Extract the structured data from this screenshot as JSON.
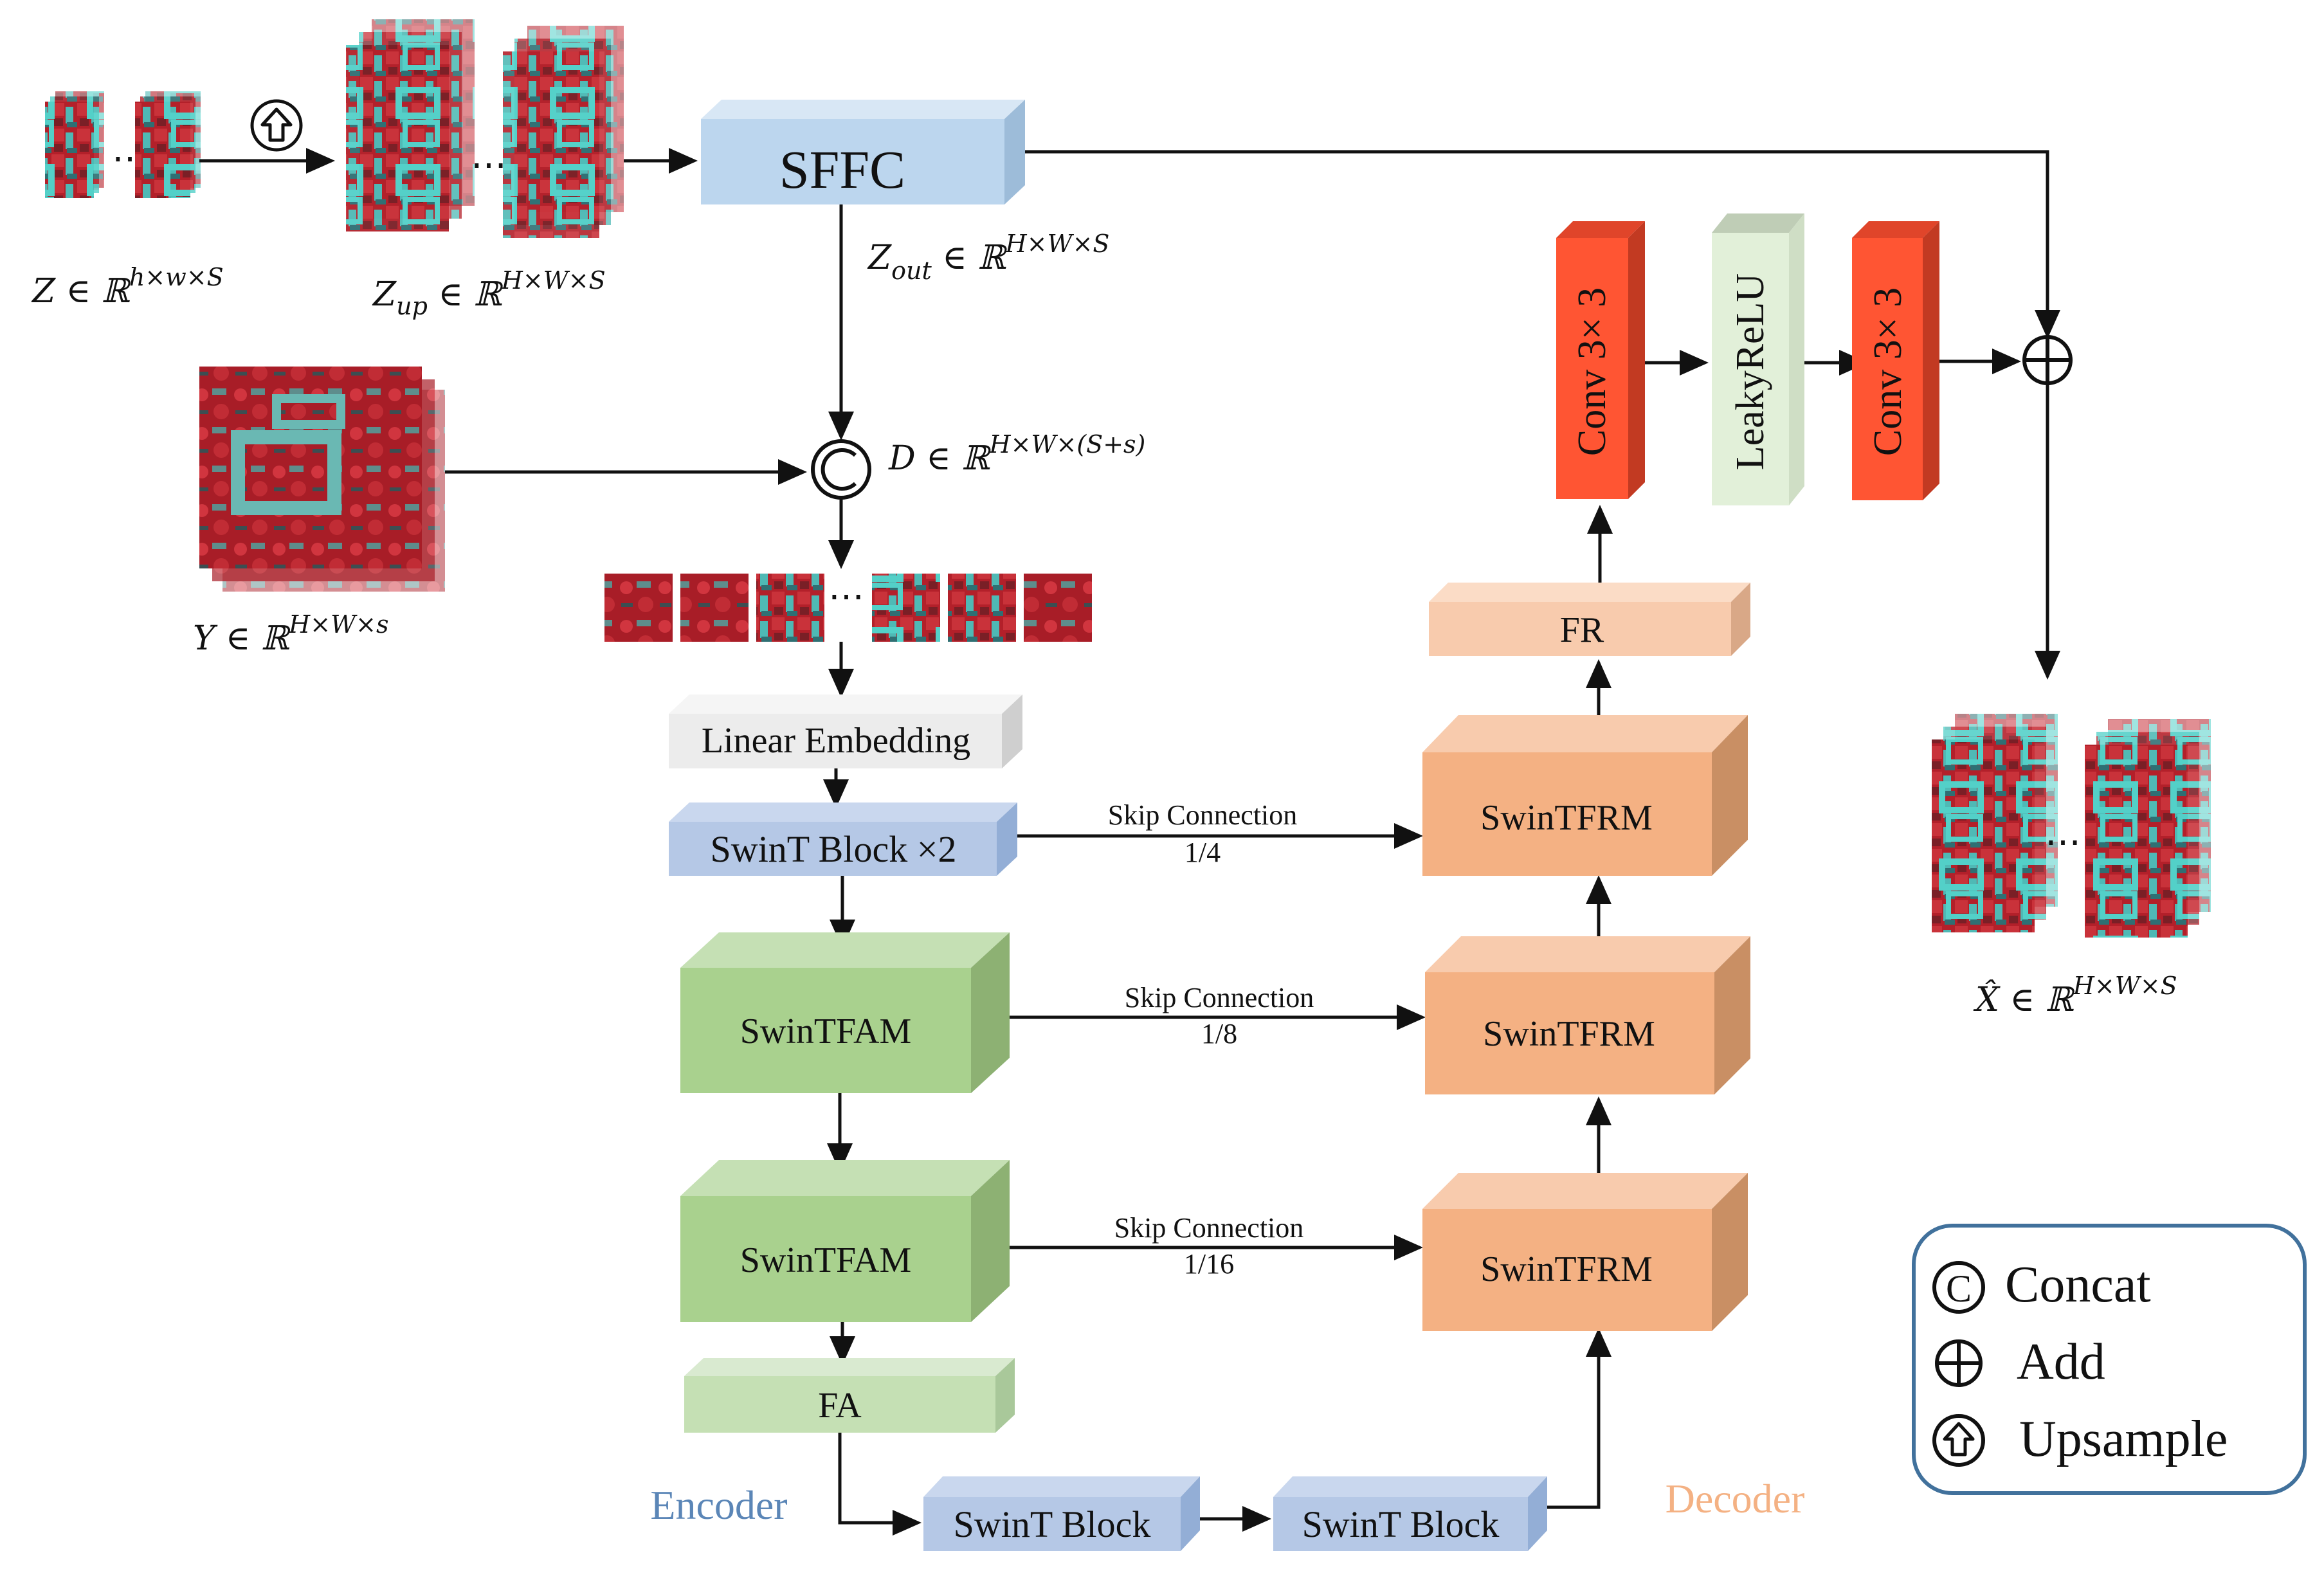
{
  "colors": {
    "sffc": "#bcd6ee",
    "linear": "#ececec",
    "swint": "#b5c8e6",
    "swintfam": "#a9d18e",
    "fa": "#c5e0b4",
    "swintfrm": "#f4b183",
    "fr": "#f8cbad",
    "conv": "#ff5533",
    "leaky": "#e2f0d9",
    "encoder_text": "#5b86b7",
    "decoder_text": "#f4b183",
    "legend_border": "#41719c"
  },
  "inputs": {
    "z_label_main": "Z ∈ ℝ",
    "z_label_sup": "h×w×S",
    "zup_label_main": "Z",
    "zup_label_sub": "up",
    "zup_label_rest": " ∈ ℝ",
    "zup_label_sup": "H×W×S",
    "y_label_main": "Y ∈ ℝ",
    "y_label_sup": "H×W×s",
    "zout_label_main": "Z",
    "zout_label_sub": "out",
    "zout_label_rest": " ∈ ℝ",
    "zout_label_sup": "H×W×S",
    "d_label_main": "D ∈ ℝ",
    "d_label_sup": "H×W×(S+s)",
    "xhat_label_main": "X̂ ∈ ℝ",
    "xhat_label_sup": "H×W×S",
    "dots": "⋯"
  },
  "blocks": {
    "sffc": "SFFC",
    "linear_embedding": "Linear Embedding",
    "swint_block_x2": "SwinT Block ×2",
    "swintfam_1": "SwinTFAM",
    "swintfam_2": "SwinTFAM",
    "fa": "FA",
    "swint_block_1": "SwinT Block",
    "swint_block_2": "SwinT Block",
    "swintfrm_1": "SwinTFRM",
    "swintfrm_2": "SwinTFRM",
    "swintfrm_3": "SwinTFRM",
    "fr": "FR",
    "conv_1": "Conv 3× 3",
    "leaky": "LeakyReLU",
    "conv_2": "Conv 3× 3"
  },
  "skips": [
    {
      "label": "Skip Connection",
      "ratio": "1/4"
    },
    {
      "label": "Skip Connection",
      "ratio": "1/8"
    },
    {
      "label": "Skip Connection",
      "ratio": "1/16"
    }
  ],
  "sections": {
    "encoder": "Encoder",
    "decoder": "Decoder"
  },
  "legend": {
    "concat_symbol": "C",
    "concat": "Concat",
    "add": "Add",
    "upsample": "Upsample"
  }
}
